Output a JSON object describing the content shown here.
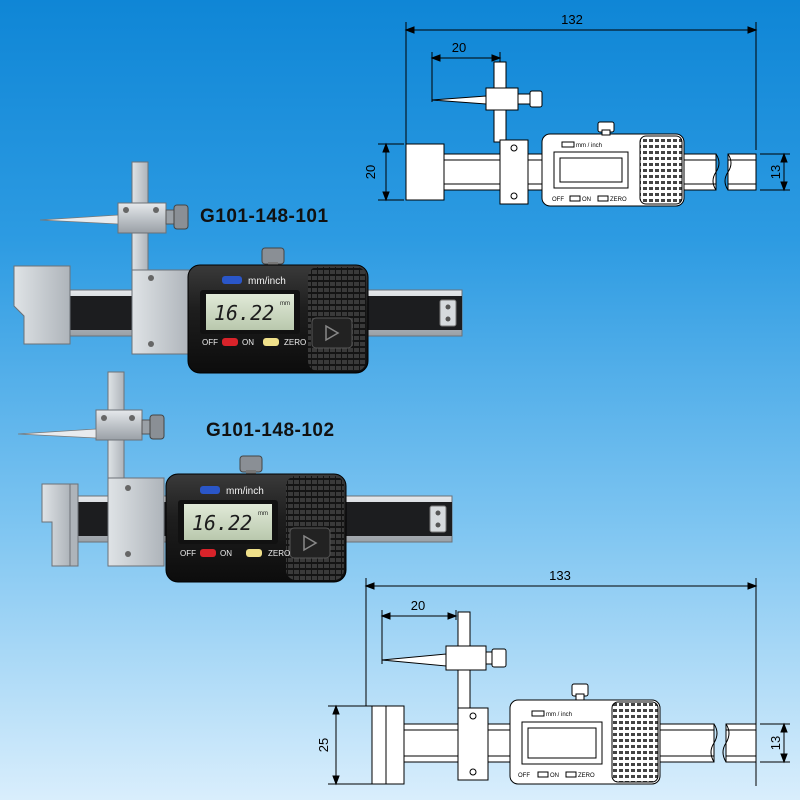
{
  "models": {
    "top": "G101-148-101",
    "bottom": "G101-148-102"
  },
  "gauge": {
    "unit_button": "mm/inch",
    "reading": "16.22",
    "reading_unit": "mm",
    "off": "OFF",
    "on": "ON",
    "zero": "ZERO"
  },
  "drawing_top": {
    "total_length": "132",
    "probe_offset": "20",
    "height": "20",
    "bar_height": "13",
    "unit_button": "mm / inch",
    "off": "OFF",
    "on": "ON",
    "zero": "ZERO"
  },
  "drawing_bottom": {
    "total_length": "133",
    "probe_offset": "20",
    "height": "25",
    "bar_height": "13",
    "unit_button": "mm / inch",
    "off": "OFF",
    "on": "ON",
    "zero": "ZERO"
  },
  "colors": {
    "background_top": "#0f86d6",
    "background_bottom": "#d9eefc",
    "gauge_body": "#1b1b1b",
    "lcd": "#cfdcc4",
    "steel": "#c9cdd1",
    "unit_button": "#2a56c8",
    "on_button": "#d8232a",
    "zero_button": "#efe08a"
  }
}
